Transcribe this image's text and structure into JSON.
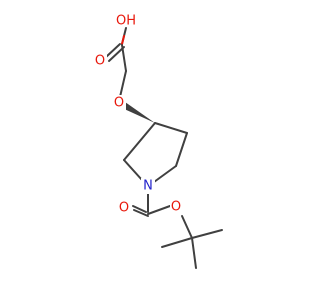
{
  "molecule": {
    "colors": {
      "bond": "#404040",
      "oxygen": "#e8170b",
      "nitrogen": "#2222cc",
      "background": "#ffffff"
    },
    "labels": {
      "hydroxyl": "OH",
      "carbonyl_acid_o": "O",
      "ether_o": "O",
      "ring_n": "N",
      "boc_carbonyl_o": "O",
      "boc_ester_o": "O"
    },
    "stereo": {
      "ring_c3": "wedge"
    }
  }
}
